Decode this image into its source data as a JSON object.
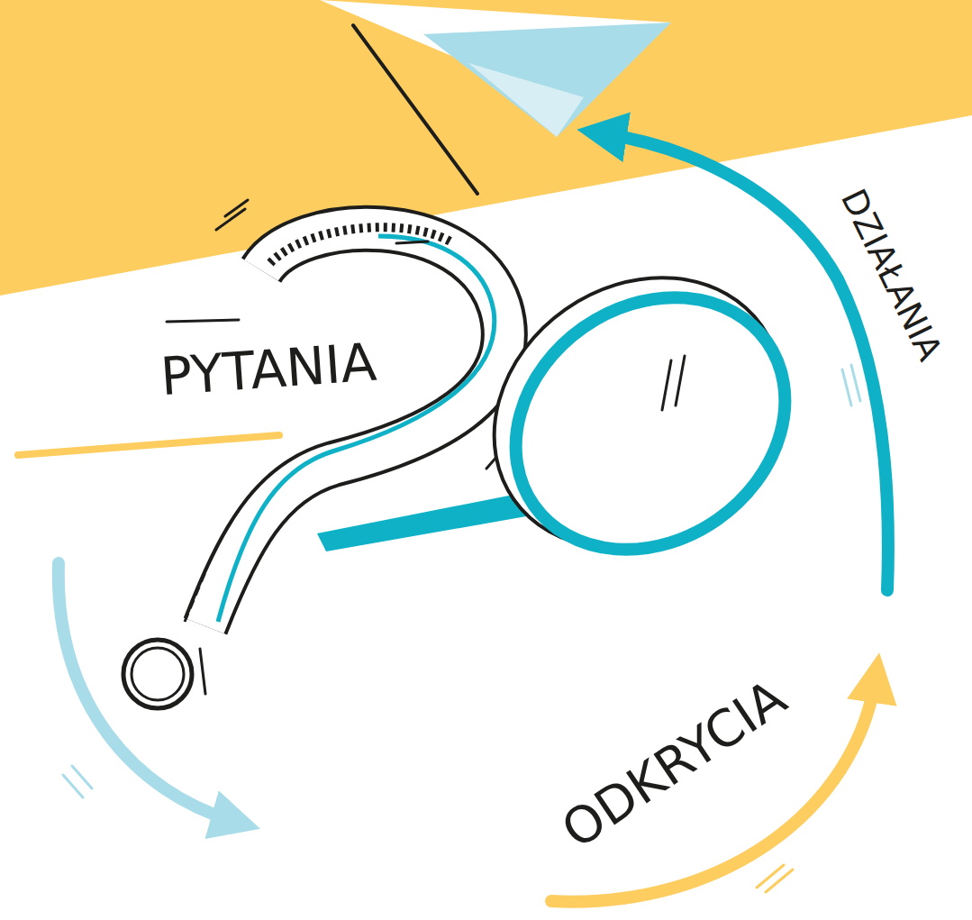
{
  "diagram": {
    "labels": [
      "PYTANIA",
      "DZIAŁANIA",
      "ODKRYCIA"
    ]
  }
}
